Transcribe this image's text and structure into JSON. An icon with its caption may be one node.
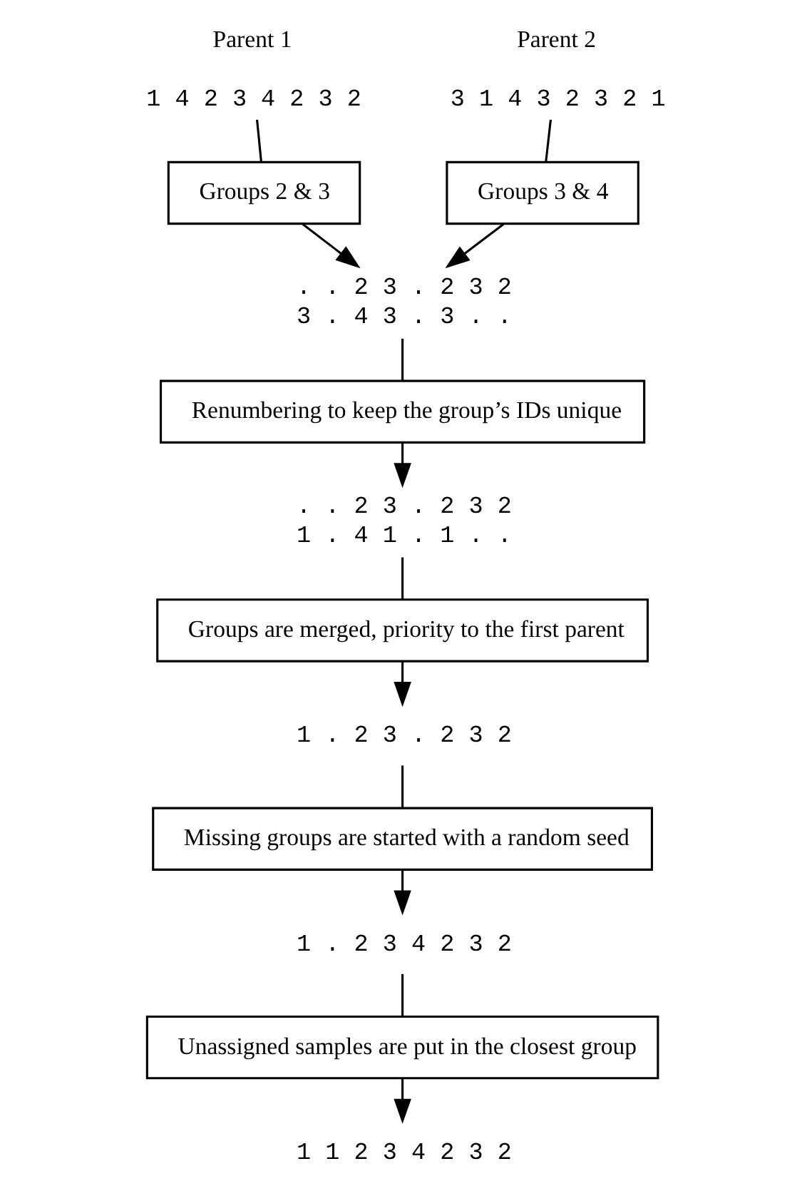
{
  "diagram": {
    "nodes": [
      {
        "text": [
          "1 4 2 3 4 2 3 2"
        ],
        "beside": [
          "Parent 1"
        ]
      },
      {
        "text": [
          "3 1 4 3 2 3 2 1"
        ],
        "beside": [
          "Parent 2"
        ]
      },
      {
        "text": [
          "Groups 2 & 3"
        ]
      },
      {
        "text": [
          "Groups 3 & 4"
        ]
      },
      {
        "text": [
          ". . 2 3 . 2 3 2",
          "3 . 4 3 . 3 . ."
        ]
      },
      {
        "text": [
          "Renumbering to keep the group’s IDs unique"
        ]
      },
      {
        "text": [
          ". . 2 3 . 2 3 2",
          "1 . 4 1 . 1 . ."
        ]
      },
      {
        "text": [
          "Groups are merged, priority to the first parent"
        ]
      },
      {
        "text": [
          "1 . 2 3 . 2 3 2"
        ]
      },
      {
        "text": [
          "Missing groups are started with a random seed"
        ]
      },
      {
        "text": [
          "1 . 2 3 4 2 3 2"
        ]
      },
      {
        "text": [
          "Unassigned samples are put in the closest group"
        ]
      },
      {
        "text": [
          "1 1 2 3 4 2 3 2"
        ]
      }
    ],
    "edges": [
      {
        "from": 0,
        "to": 2,
        "arrow": "none"
      },
      {
        "from": 1,
        "to": 3,
        "arrow": "none"
      },
      {
        "from": 2,
        "to": 4,
        "arrow": "to"
      },
      {
        "from": 3,
        "to": 4,
        "arrow": "to"
      },
      {
        "from": 4,
        "to": 5,
        "arrow": "none"
      },
      {
        "from": 5,
        "to": 6,
        "arrow": "to"
      },
      {
        "from": 6,
        "to": 7,
        "arrow": "none"
      },
      {
        "from": 7,
        "to": 8,
        "arrow": "to"
      },
      {
        "from": 8,
        "to": 9,
        "arrow": "none"
      },
      {
        "from": 9,
        "to": 10,
        "arrow": "to"
      },
      {
        "from": 10,
        "to": 11,
        "arrow": "none"
      },
      {
        "from": 11,
        "to": 12,
        "arrow": "to"
      }
    ]
  }
}
